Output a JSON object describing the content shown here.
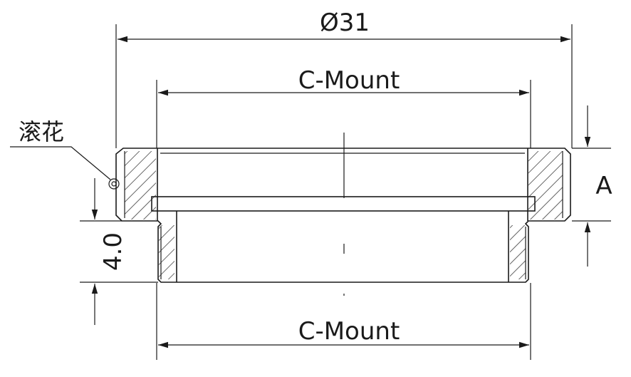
{
  "drawing": {
    "dim_outer_diameter": "Ø31",
    "dim_top_thread": "C-Mount",
    "dim_bottom_thread": "C-Mount",
    "dim_height_a": "A",
    "dim_height_40": "4.0",
    "note_knurl": "滚花",
    "line_color": "#1a1a1a",
    "background": "#ffffff"
  }
}
